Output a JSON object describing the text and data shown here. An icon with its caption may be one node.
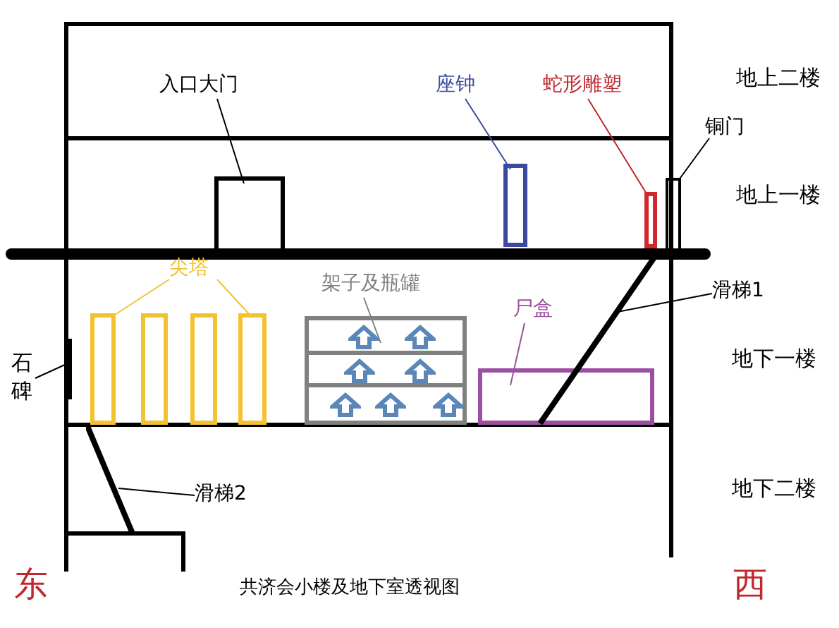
{
  "diagram": {
    "caption": "共济会小楼及地下室透视图",
    "nodes": [
      {
        "text": [
          "入口大门"
        ]
      },
      {
        "text": [],
        "shape": "box"
      },
      {
        "text": [
          "座钟"
        ]
      },
      {
        "text": [],
        "shape": "box"
      },
      {
        "text": [
          "蛇形雕塑"
        ]
      },
      {
        "text": [],
        "shape": "box"
      },
      {
        "text": [
          "铜门"
        ]
      },
      {
        "text": [],
        "shape": "box"
      },
      {
        "text": [
          "尖塔"
        ]
      },
      {
        "text": [],
        "shape": "box"
      },
      {
        "text": [],
        "shape": "box"
      },
      {
        "text": [],
        "shape": "box"
      },
      {
        "text": [],
        "shape": "box"
      },
      {
        "text": [
          "架子及瓶罐"
        ]
      },
      {
        "text": [],
        "shape": "box"
      },
      {
        "text": [
          "尸盒"
        ]
      },
      {
        "text": [],
        "shape": "box"
      },
      {
        "text": [
          "滑梯1"
        ]
      },
      {
        "text": [],
        "shape": "bar"
      },
      {
        "text": [
          "石碑"
        ]
      },
      {
        "text": [],
        "shape": "bar"
      },
      {
        "text": [
          "滑梯2"
        ]
      },
      {
        "text": [],
        "shape": "bar"
      }
    ],
    "edges": [
      {
        "from": 0,
        "to": 1,
        "arrow": "none"
      },
      {
        "from": 2,
        "to": 3,
        "arrow": "none",
        "color": "#3b4aa0"
      },
      {
        "from": 4,
        "to": 5,
        "arrow": "none",
        "color": "#c0282e"
      },
      {
        "from": 6,
        "to": 7,
        "arrow": "none"
      },
      {
        "from": 8,
        "to": 9,
        "arrow": "none",
        "color": "#f2c230"
      },
      {
        "from": 8,
        "to": 12,
        "arrow": "none",
        "color": "#f2c230"
      },
      {
        "from": 13,
        "to": 14,
        "arrow": "none",
        "color": "#7f7f7f"
      },
      {
        "from": 15,
        "to": 16,
        "arrow": "none",
        "color": "#9b4fa0"
      },
      {
        "from": 17,
        "to": 18,
        "arrow": "none"
      },
      {
        "from": 19,
        "to": 20,
        "arrow": "none"
      },
      {
        "from": 21,
        "to": 22,
        "arrow": "none"
      }
    ],
    "labels": [
      "地上二楼",
      "地上一楼",
      "地下一楼",
      "地下二楼",
      "东",
      "西"
    ]
  }
}
